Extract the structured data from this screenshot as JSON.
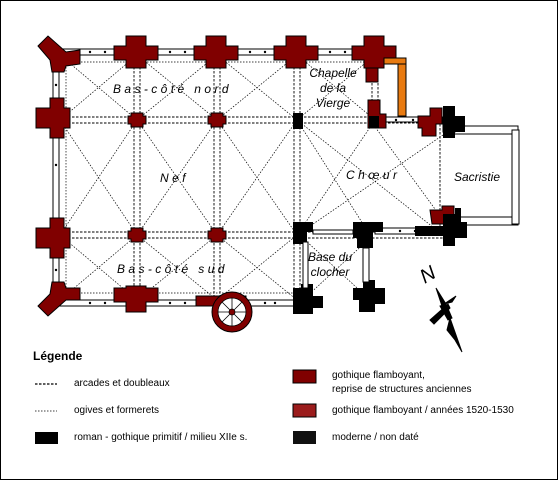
{
  "labels": {
    "bas_cote_nord": "Bas-côté nord",
    "bas_cote_sud": "Bas-côté sud",
    "nef": "Nef",
    "choeur": "Chœur",
    "chapelle": [
      "Chapelle",
      "de la",
      "Vierge"
    ],
    "sacristie": "Sacristie",
    "base_clocher": [
      "Base du",
      "clocher"
    ],
    "north": "N"
  },
  "legend": {
    "title": "Légende",
    "arcades": "arcades et doubleaux",
    "ogives": "ogives et formerets",
    "roman": "roman - gothique primitif / milieu XIIe s.",
    "flamboyant_reprise_1": "gothique flamboyant,",
    "flamboyant_reprise_2": "reprise de structures anciennes",
    "flamboyant_1520": "gothique flamboyant / années 1520-1530",
    "moderne": "moderne / non daté"
  },
  "colors": {
    "roman": "#000000",
    "flamboyant_reprise": "#800000",
    "flamboyant_1520": "#9b1c1c",
    "moderne": "#111111",
    "chapel_wall": "#e87a10",
    "line": "#000000"
  }
}
